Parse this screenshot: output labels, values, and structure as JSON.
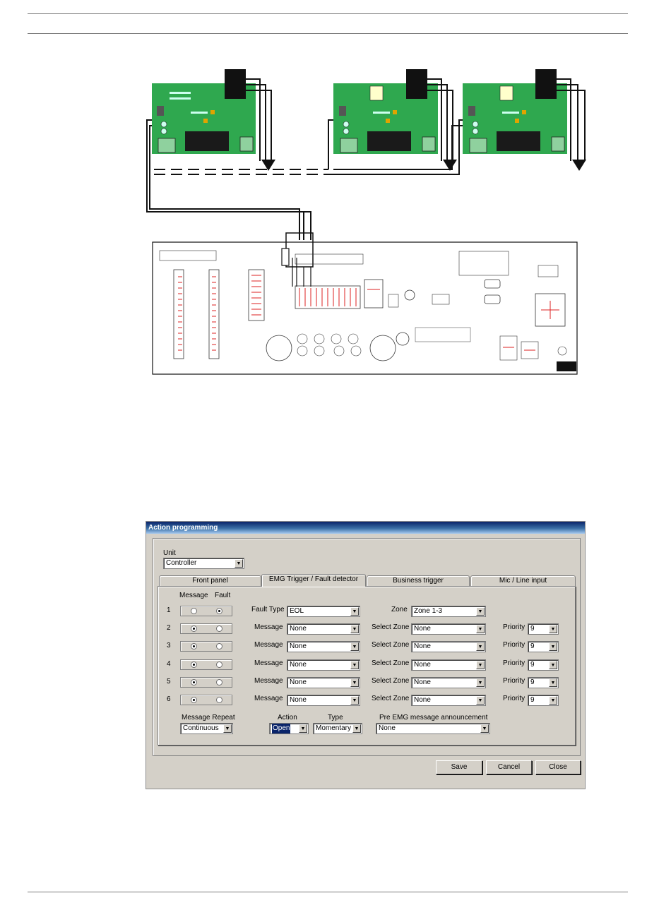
{
  "dialog": {
    "title": "Action programming",
    "unit_label": "Unit",
    "unit_value": "Controller",
    "tabs": [
      {
        "label": "Front panel",
        "active": false
      },
      {
        "label": "EMG Trigger / Fault detector",
        "active": true
      },
      {
        "label": "Business trigger",
        "active": false
      },
      {
        "label": "Mic / Line input",
        "active": false
      }
    ],
    "col_message": "Message",
    "col_fault": "Fault",
    "rows": [
      {
        "num": "1",
        "message_selected": false,
        "fault_selected": true,
        "label": "Fault Type",
        "value": "EOL",
        "zone_label": "Zone",
        "zone_value": "Zone 1-3",
        "priority_label": "",
        "priority_value": ""
      },
      {
        "num": "2",
        "message_selected": true,
        "fault_selected": false,
        "label": "Message",
        "value": "None",
        "zone_label": "Select Zone",
        "zone_value": "None",
        "priority_label": "Priority",
        "priority_value": "9"
      },
      {
        "num": "3",
        "message_selected": true,
        "fault_selected": false,
        "label": "Message",
        "value": "None",
        "zone_label": "Select Zone",
        "zone_value": "None",
        "priority_label": "Priority",
        "priority_value": "9"
      },
      {
        "num": "4",
        "message_selected": true,
        "fault_selected": false,
        "label": "Message",
        "value": "None",
        "zone_label": "Select Zone",
        "zone_value": "None",
        "priority_label": "Priority",
        "priority_value": "9"
      },
      {
        "num": "5",
        "message_selected": true,
        "fault_selected": false,
        "label": "Message",
        "value": "None",
        "zone_label": "Select Zone",
        "zone_value": "None",
        "priority_label": "Priority",
        "priority_value": "9"
      },
      {
        "num": "6",
        "message_selected": true,
        "fault_selected": false,
        "label": "Message",
        "value": "None",
        "zone_label": "Select Zone",
        "zone_value": "None",
        "priority_label": "Priority",
        "priority_value": "9"
      }
    ],
    "message_repeat_label": "Message Repeat",
    "message_repeat_value": "Continuous",
    "action_label": "Action",
    "action_value": "Open",
    "type_label": "Type",
    "type_value": "Momentary",
    "pre_emg_label": "Pre EMG message announcement",
    "pre_emg_value": "None",
    "buttons": {
      "save": "Save",
      "cancel": "Cancel",
      "close": "Close"
    }
  },
  "colors": {
    "pcb_green": "#2fa84f",
    "title_bar": "#0a246a",
    "dialog_bg": "#d4d0c8"
  }
}
